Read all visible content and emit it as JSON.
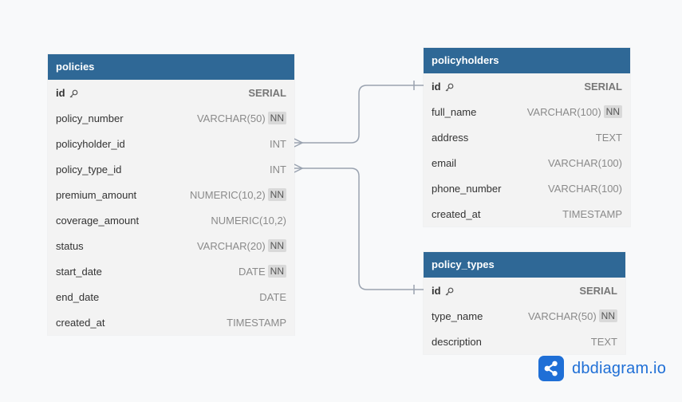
{
  "colors": {
    "header": "#2f6896",
    "relation_line": "#9aa3b0",
    "brand": "#1f6fd6"
  },
  "tables": {
    "policies": {
      "name": "policies",
      "columns": [
        {
          "name": "id",
          "type": "SERIAL",
          "pk": true,
          "nn": false
        },
        {
          "name": "policy_number",
          "type": "VARCHAR(50)",
          "pk": false,
          "nn": true
        },
        {
          "name": "policyholder_id",
          "type": "INT",
          "pk": false,
          "nn": false
        },
        {
          "name": "policy_type_id",
          "type": "INT",
          "pk": false,
          "nn": false
        },
        {
          "name": "premium_amount",
          "type": "NUMERIC(10,2)",
          "pk": false,
          "nn": true
        },
        {
          "name": "coverage_amount",
          "type": "NUMERIC(10,2)",
          "pk": false,
          "nn": false
        },
        {
          "name": "status",
          "type": "VARCHAR(20)",
          "pk": false,
          "nn": true
        },
        {
          "name": "start_date",
          "type": "DATE",
          "pk": false,
          "nn": true
        },
        {
          "name": "end_date",
          "type": "DATE",
          "pk": false,
          "nn": false
        },
        {
          "name": "created_at",
          "type": "TIMESTAMP",
          "pk": false,
          "nn": false
        }
      ]
    },
    "policyholders": {
      "name": "policyholders",
      "columns": [
        {
          "name": "id",
          "type": "SERIAL",
          "pk": true,
          "nn": false
        },
        {
          "name": "full_name",
          "type": "VARCHAR(100)",
          "pk": false,
          "nn": true
        },
        {
          "name": "address",
          "type": "TEXT",
          "pk": false,
          "nn": false
        },
        {
          "name": "email",
          "type": "VARCHAR(100)",
          "pk": false,
          "nn": false
        },
        {
          "name": "phone_number",
          "type": "VARCHAR(100)",
          "pk": false,
          "nn": false
        },
        {
          "name": "created_at",
          "type": "TIMESTAMP",
          "pk": false,
          "nn": false
        }
      ]
    },
    "policy_types": {
      "name": "policy_types",
      "columns": [
        {
          "name": "id",
          "type": "SERIAL",
          "pk": true,
          "nn": false
        },
        {
          "name": "type_name",
          "type": "VARCHAR(50)",
          "pk": false,
          "nn": true
        },
        {
          "name": "description",
          "type": "TEXT",
          "pk": false,
          "nn": false
        }
      ]
    }
  },
  "nn_label": "NN",
  "relations": [
    {
      "from": "policies.policyholder_id",
      "to": "policyholders.id",
      "from_card": "many",
      "to_card": "one"
    },
    {
      "from": "policies.policy_type_id",
      "to": "policy_types.id",
      "from_card": "many",
      "to_card": "one"
    }
  ],
  "brand": {
    "name": "dbdiagram.io",
    "icon": "share-nodes-icon"
  }
}
